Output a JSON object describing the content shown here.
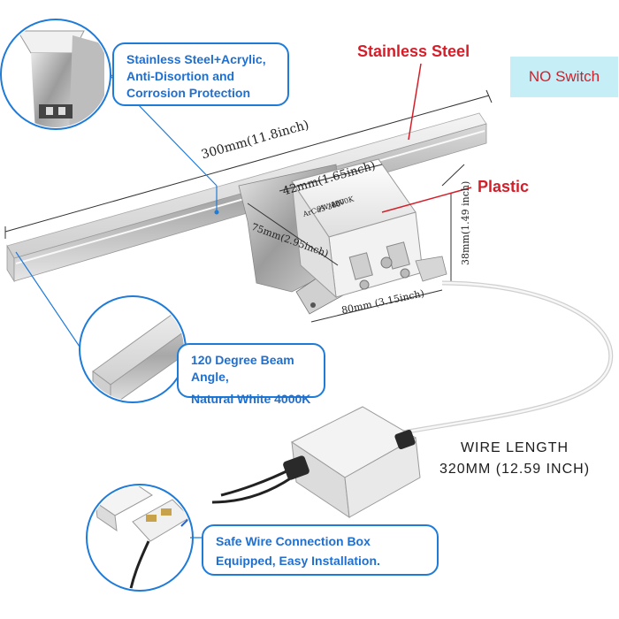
{
  "callouts": {
    "material": [
      "Stainless Steel+Acrylic,",
      "Anti-Disortion and",
      "Corrosion Protection"
    ],
    "beam": [
      "120 Degree Beam Angle,",
      "Natural White 4000K"
    ],
    "connection_box": [
      "Safe Wire Connection Box",
      "Equipped, Easy Installation."
    ]
  },
  "labels": {
    "stainless_steel": "Stainless Steel",
    "plastic": "Plastic",
    "no_switch": "NO Switch",
    "wire_length_line1": "WIRE LENGTH",
    "wire_length_line2": "320MM (12.59 INCH)"
  },
  "dimensions": {
    "length": "300mm(11.8inch)",
    "box_width": "42mm(1.65inch)",
    "box_depth": "75mm(2.95inch)",
    "box_height": "38mm(1.49 inch)",
    "base_width": "80mm (3.15inch)"
  },
  "driver_label": [
    "ArCu5-300",
    "9W/12V",
    "4000K"
  ],
  "colors": {
    "accent_blue": "#1e7bd8",
    "callout_text": "#1f6fcf",
    "red_label": "#d31f2a",
    "no_switch_bg": "#c6eef6"
  }
}
